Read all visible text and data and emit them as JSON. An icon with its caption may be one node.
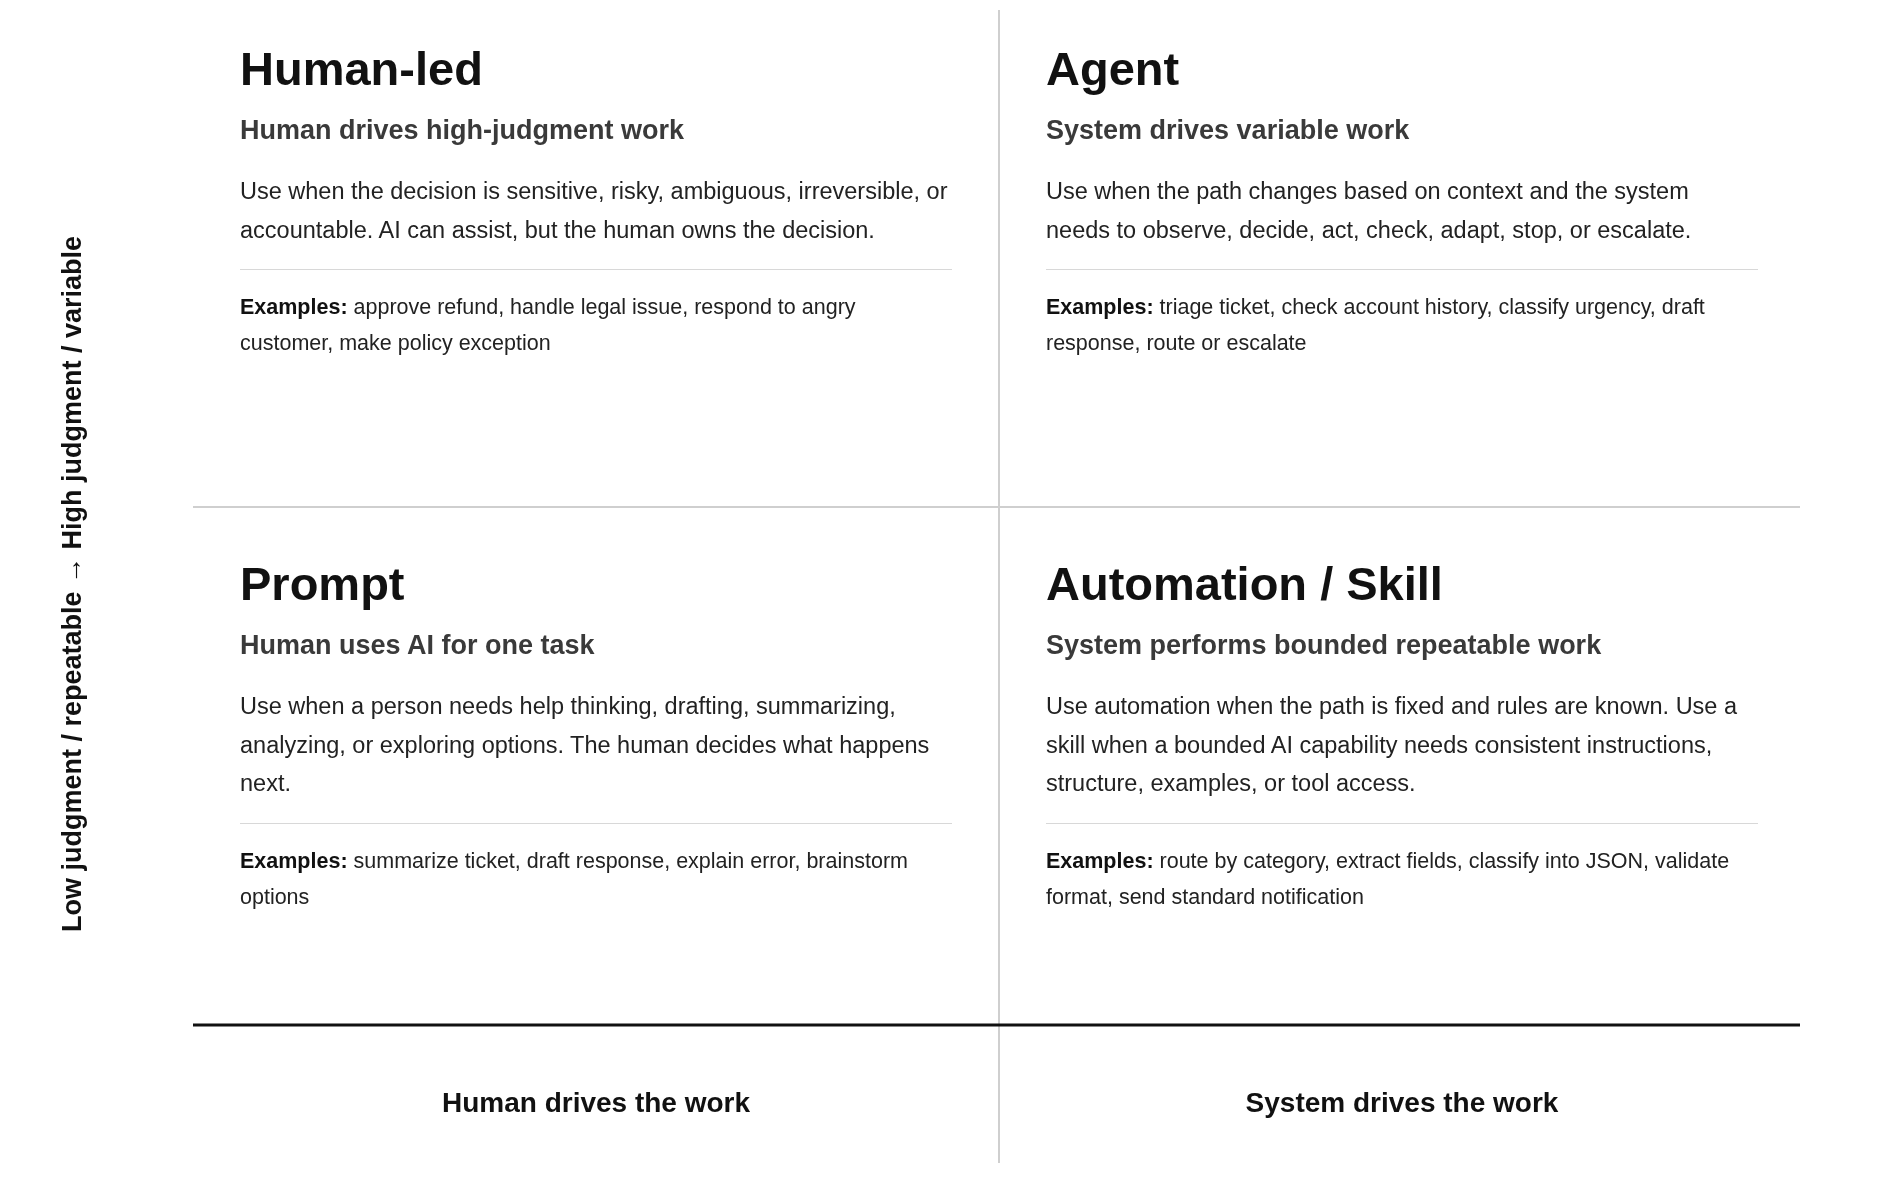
{
  "diagram": {
    "nodes": [
      {
        "text": [
          "Human-led",
          "Human drives high-judgment work",
          "Use when the decision is sensitive, risky, ambiguous, irreversible, or accountable. AI can assist, but the human owns the decision.",
          "**Examples:** approve refund, handle legal issue, respond to angry customer, make policy exception"
        ]
      },
      {
        "text": [
          "Agent",
          "System drives variable work",
          "Use when the path changes based on context and the system needs to observe, decide, act, check, adapt, stop, or escalate.",
          "**Examples:** triage ticket, check account history, classify urgency, draft response, route or escalate"
        ]
      },
      {
        "text": [
          "Prompt",
          "Human uses AI for one task",
          "Use when a person needs help thinking, drafting, summarizing, analyzing, or exploring options. The human decides what happens next.",
          "**Examples:** summarize ticket, draft response, explain error, brainstorm options"
        ]
      },
      {
        "text": [
          "Automation / Skill",
          "System performs bounded repeatable work",
          "Use automation when the path is fixed and rules are known. Use a skill when a bounded AI capability needs consistent instructions, structure, examples, or tool access.",
          "**Examples:** route by category, extract fields, classify into JSON, validate format, send standard notification"
        ]
      }
    ],
    "edges": [],
    "labels": [
      "Low judgment / repeatable → High judgment / variable",
      "Human drives the work",
      "System drives the work"
    ]
  }
}
